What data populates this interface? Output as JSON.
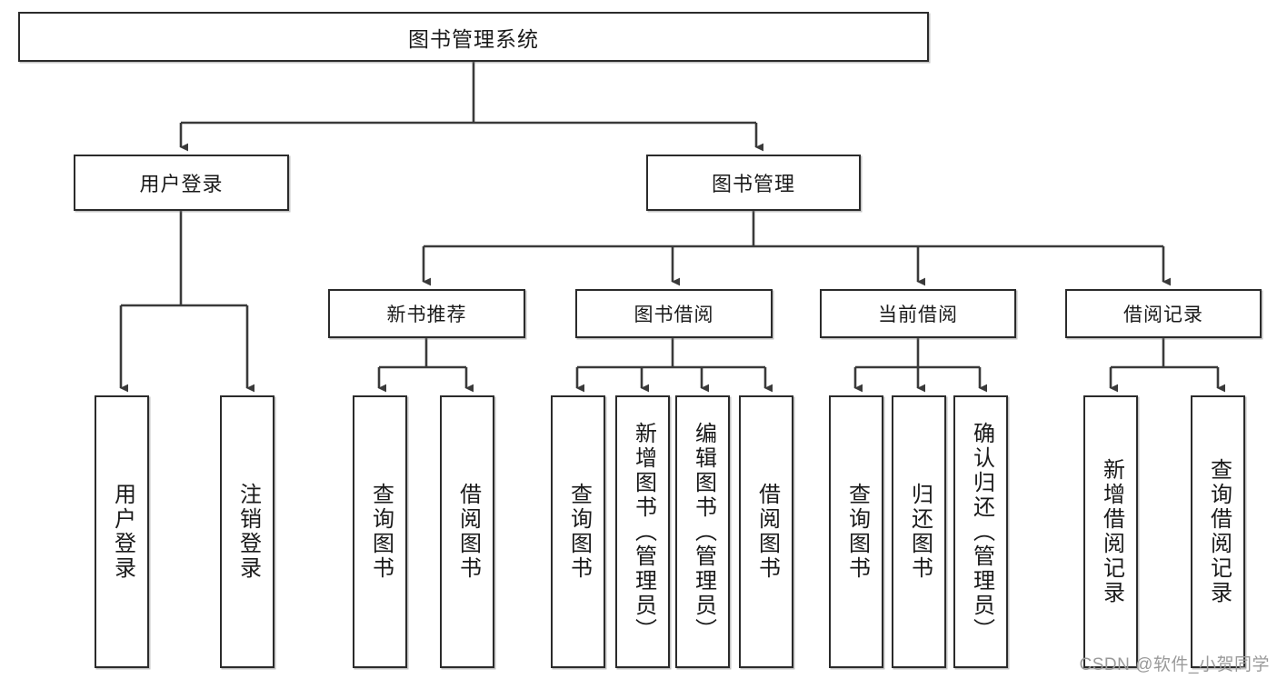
{
  "diagram": {
    "type": "tree-hierarchy",
    "title": "图书管理系统",
    "orientation": "top-down",
    "colors": {
      "box_border": "#2b2b2b",
      "box_fill": "#ffffff",
      "connector": "#3a3a3a",
      "text": "#1a1a1a",
      "watermark": "#9a9a9a"
    }
  },
  "root": {
    "label": "图书管理系统"
  },
  "level2": [
    {
      "label": "用户登录"
    },
    {
      "label": "图书管理"
    }
  ],
  "level3": [
    {
      "label": "新书推荐"
    },
    {
      "label": "图书借阅"
    },
    {
      "label": "当前借阅"
    },
    {
      "label": "借阅记录"
    }
  ],
  "leaves": {
    "user_login": [
      {
        "label": "用户登录"
      },
      {
        "label": "注销登录"
      }
    ],
    "new_book_recommend": [
      {
        "label": "查询图书"
      },
      {
        "label": "借阅图书"
      }
    ],
    "book_borrow": [
      {
        "label": "查询图书"
      },
      {
        "label": "新增图书（管理员）"
      },
      {
        "label": "编辑图书（管理员）"
      },
      {
        "label": "借阅图书"
      }
    ],
    "current_borrow": [
      {
        "label": "查询图书"
      },
      {
        "label": "归还图书"
      },
      {
        "label": "确认归还（管理员）"
      }
    ],
    "borrow_record": [
      {
        "label": "新增借阅记录"
      },
      {
        "label": "查询借阅记录"
      }
    ]
  },
  "watermark": {
    "text": "CSDN @软件_小贺同学"
  }
}
